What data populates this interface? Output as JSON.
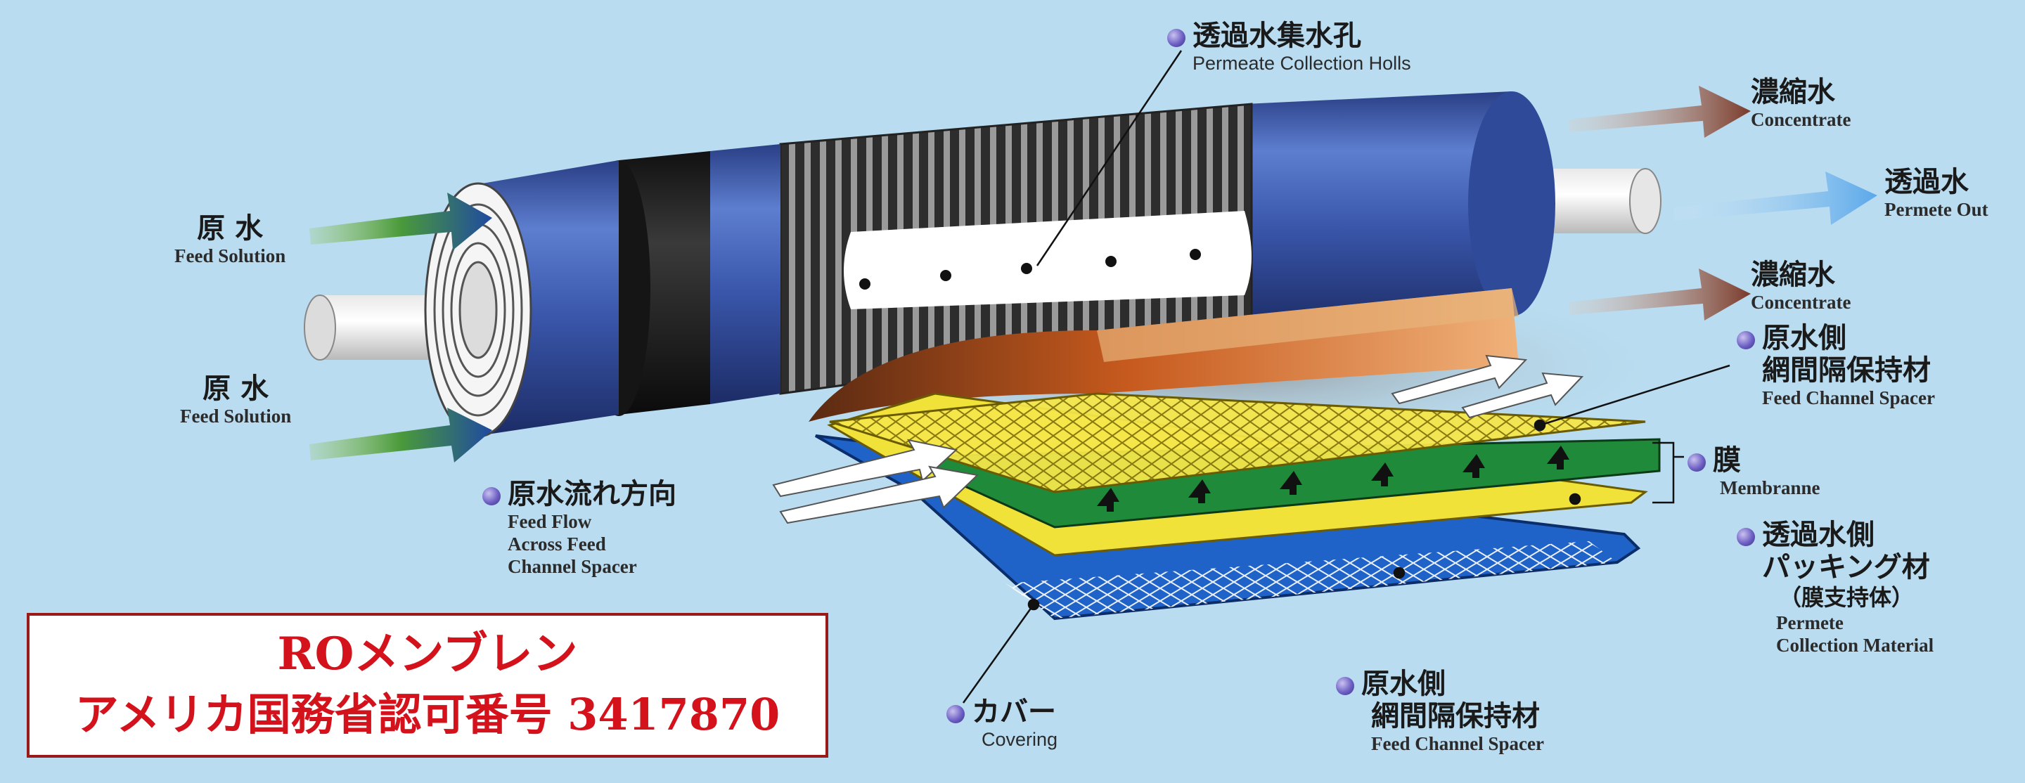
{
  "labels": {
    "permeate_holes": {
      "jp": "透過水集水孔",
      "en": "Permeate Collection Holls"
    },
    "concentrate_top": {
      "jp": "濃縮水",
      "en": "Concentrate"
    },
    "permeate_out": {
      "jp": "透過水",
      "en": "Permete Out"
    },
    "concentrate_mid": {
      "jp": "濃縮水",
      "en": "Concentrate"
    },
    "feed_top": {
      "jp": "原 水",
      "en": "Feed Solution"
    },
    "feed_bottom": {
      "jp": "原 水",
      "en": "Feed Solution"
    },
    "feed_spacer_right": {
      "jp1": "原水側",
      "jp2": "網間隔保持材",
      "en": "Feed Channel Spacer"
    },
    "membrane": {
      "jp": "膜",
      "en": "Membranne"
    },
    "feed_flow": {
      "jp": "原水流れ方向",
      "en1": "Feed Flow",
      "en2": "Across Feed",
      "en3": "Channel Spacer"
    },
    "permeate_carrier": {
      "jp1": "透過水側",
      "jp2": "パッキング材",
      "jp3": "（膜支持体）",
      "en1": "Permete",
      "en2": "Collection Material"
    },
    "feed_spacer_bottom": {
      "jp1": "原水側",
      "jp2": "網間隔保持材",
      "en": "Feed Channel Spacer"
    },
    "covering": {
      "jp": "カバー",
      "en": "Covering"
    }
  },
  "title": {
    "line1": "ROメンブレン",
    "line2": "アメリカ国務省認可番号 3417870"
  },
  "colors": {
    "background": "#b9dcf0",
    "vessel_blue": "#3f5fb0",
    "membrane_green": "#1f8a3a",
    "spacer_yellow": "#f1e23a",
    "covering_blue": "#1f63c9",
    "concentrate_arrow": "#7a3a2a",
    "permeate_arrow": "#6cb3ec",
    "title_red": "#d4121c"
  }
}
